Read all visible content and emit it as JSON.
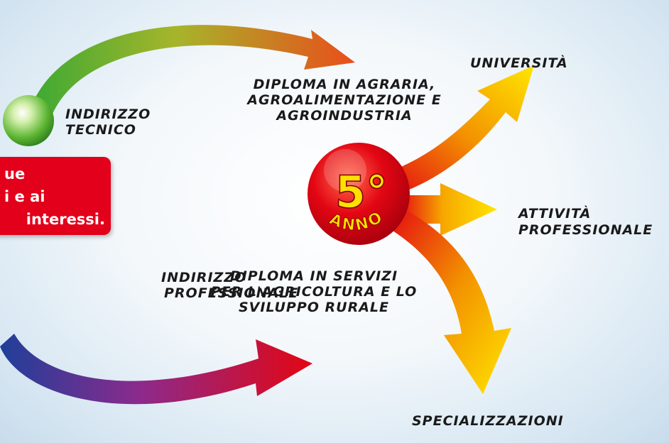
{
  "labels": {
    "indirizzo_tecnico": [
      "INDIRIZZO",
      "TECNICO"
    ],
    "indirizzo_professionale": [
      "INDIRIZZO",
      "PROFESSIONALE"
    ],
    "diploma_agraria": [
      "DIPLOMA IN AGRARIA,",
      "AGROALIMENTAZIONE E",
      "AGROINDUSTRIA"
    ],
    "diploma_servizi": [
      "DIPLOMA IN SERVIZI",
      "PER L'AGRICOLTURA E LO",
      "SVILUPPO RURALE"
    ],
    "universita": "UNIVERSITÀ",
    "attivita": [
      "ATTIVITÀ",
      "PROFESSIONALE"
    ],
    "specializzazioni": "SPECIALIZZAZIONI"
  },
  "callout": {
    "line1": "ue",
    "line2": "i e ai",
    "line3": "interessi."
  },
  "badge": {
    "number": "5°",
    "word": "ANNO"
  },
  "colors": {
    "callout_bg": "#e2001a",
    "badge_red": "#e30613",
    "badge_text": "#ffe000",
    "arrow_yellow": "#ffe600"
  }
}
